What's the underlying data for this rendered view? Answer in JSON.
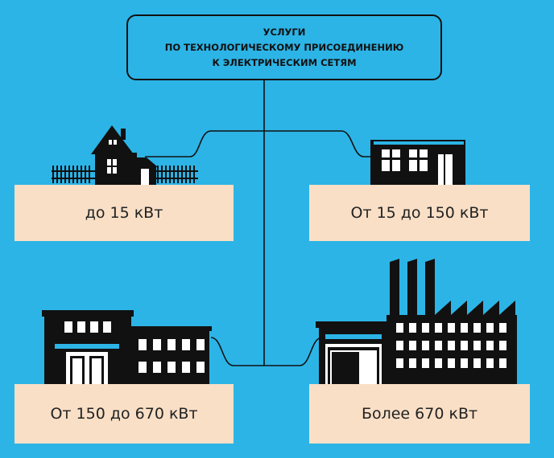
{
  "title": {
    "line1": "УСЛУГИ",
    "line2": "ПО ТЕХНОЛОГИЧЕСКОМУ ПРИСОЕДИНЕНИЮ",
    "line3": "К ЭЛЕКТРИЧЕСКИМ СЕТЯМ"
  },
  "categories": [
    {
      "id": "tl",
      "label": "до 15 кВт",
      "icon": "house-icon"
    },
    {
      "id": "tr",
      "label": "От 15 до 150 кВт",
      "icon": "shop-icon"
    },
    {
      "id": "bl",
      "label": "От 150 до 670 кВт",
      "icon": "office-building-icon"
    },
    {
      "id": "br",
      "label": "Более 670 кВт",
      "icon": "factory-icon"
    }
  ],
  "colors": {
    "background": "#2cb4e6",
    "label_box": "#f8dfc6",
    "ink": "#111111"
  }
}
